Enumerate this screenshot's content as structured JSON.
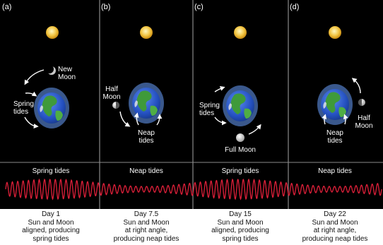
{
  "panels": [
    {
      "letter": "(a)",
      "moon_label": [
        "New",
        "Moon"
      ],
      "tide_label": [
        "Spring",
        "tides"
      ],
      "band_label": "Spring tides",
      "caption": [
        "Day 1",
        "Sun and Moon",
        "aligned, producing",
        "spring tides"
      ]
    },
    {
      "letter": "(b)",
      "moon_label": [
        "Half",
        "Moon"
      ],
      "tide_label": [
        "Neap",
        "tides"
      ],
      "band_label": "Neap tides",
      "caption": [
        "Day 7.5",
        "Sun and Moon",
        "at right angle,",
        "producing neap tides"
      ]
    },
    {
      "letter": "(c)",
      "moon_label": [
        "Full Moon"
      ],
      "tide_label": [
        "Spring",
        "tides"
      ],
      "band_label": "Spring tides",
      "caption": [
        "Day 15",
        "Sun and Moon",
        "aligned, producing",
        "spring tides"
      ]
    },
    {
      "letter": "(d)",
      "moon_label": [
        "Half",
        "Moon"
      ],
      "tide_label": [
        "Neap",
        "tides"
      ],
      "band_label": "Neap tides",
      "caption": [
        "Day 22",
        "Sun and Moon",
        "at right angle,",
        "producing neap tides"
      ]
    }
  ],
  "colors": {
    "space": "#000000",
    "sun": "#f2c542",
    "ocean": "#2a5fd0",
    "land": "#3f9a3a",
    "tide_wave": "#e0203a",
    "divider": "#8a8a8a"
  }
}
